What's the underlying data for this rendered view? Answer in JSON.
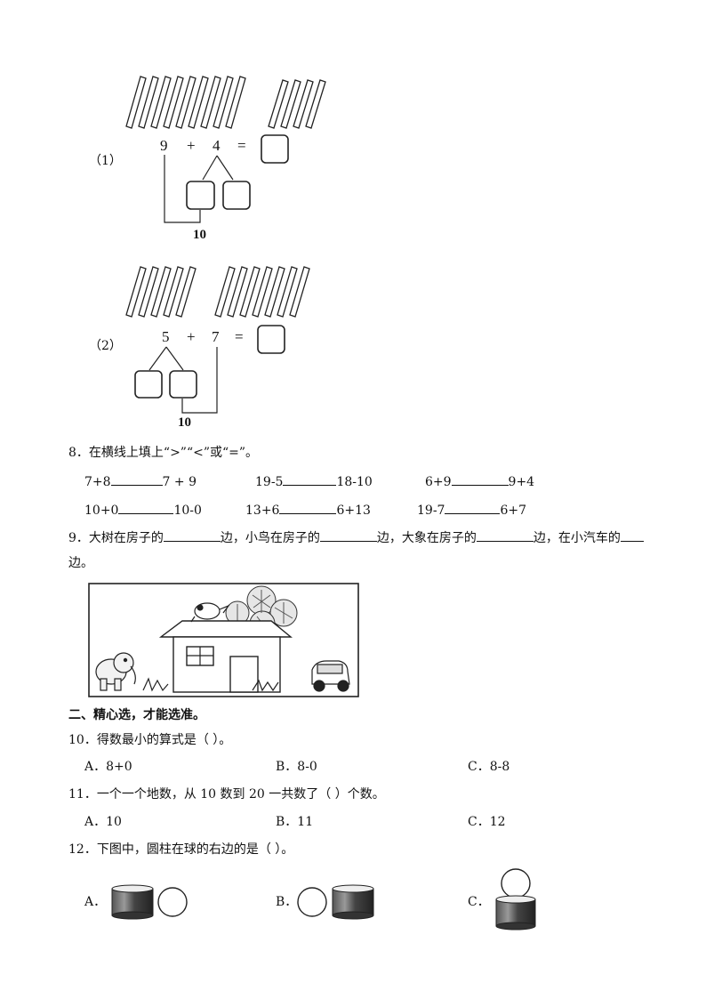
{
  "q7": {
    "part1": {
      "label": "（1）",
      "a": "9",
      "op": "+",
      "b": "4",
      "eq": "=",
      "ten": "10"
    },
    "part2": {
      "label": "（2）",
      "a": "5",
      "op": "+",
      "b": "7",
      "eq": "=",
      "ten": "10"
    }
  },
  "q8": {
    "title": "8．在横线上填上“>”“<”或“=”。",
    "items": [
      {
        "left": "7+8",
        "right": "7 + 9"
      },
      {
        "left": "19-5",
        "right": "18-10"
      },
      {
        "left": "6+9",
        "right": "9+4"
      },
      {
        "left": "10+0",
        "right": "10-0"
      },
      {
        "left": "13+6",
        "right": "6+13"
      },
      {
        "left": "19-7",
        "right": "6+7"
      }
    ]
  },
  "q9": {
    "seg1": "9．大树在房子的",
    "seg2": "边，小鸟在房子的",
    "seg3": "边，大象在房子的",
    "seg4": "边，在小汽车的",
    "seg5": "边。"
  },
  "section2": {
    "title": "二、精心选，才能选准。"
  },
  "q10": {
    "stem": "10．得数最小的算式是（      ）。",
    "options": [
      "A．8+0",
      "B．8-0",
      "C．8-8"
    ]
  },
  "q11": {
    "stem": "11．一个一个地数，从 10 数到 20 一共数了（      ）个数。",
    "options": [
      "A．10",
      "B．11",
      "C．12"
    ]
  },
  "q12": {
    "stem": "12．下图中，圆柱在球的右边的是（      ）。",
    "options": [
      "A．",
      "B．",
      "C．"
    ]
  }
}
